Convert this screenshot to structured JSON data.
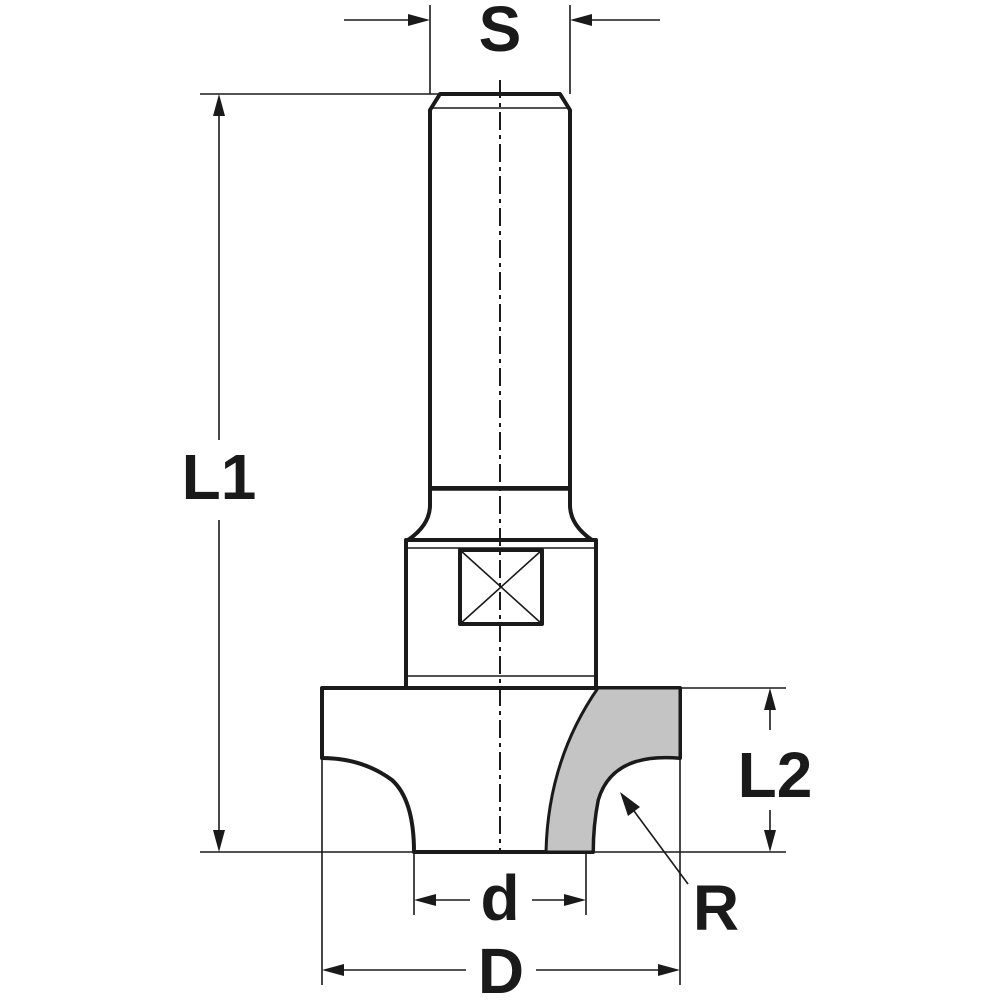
{
  "labels": {
    "shank_diameter": "S",
    "total_length": "L1",
    "cutting_length": "L2",
    "inner_diameter": "d",
    "outer_diameter": "D",
    "radius": "R"
  },
  "colors": {
    "line": "#1a1a1a",
    "cutter_fill": "#c4c4c4",
    "background": "#ffffff"
  }
}
